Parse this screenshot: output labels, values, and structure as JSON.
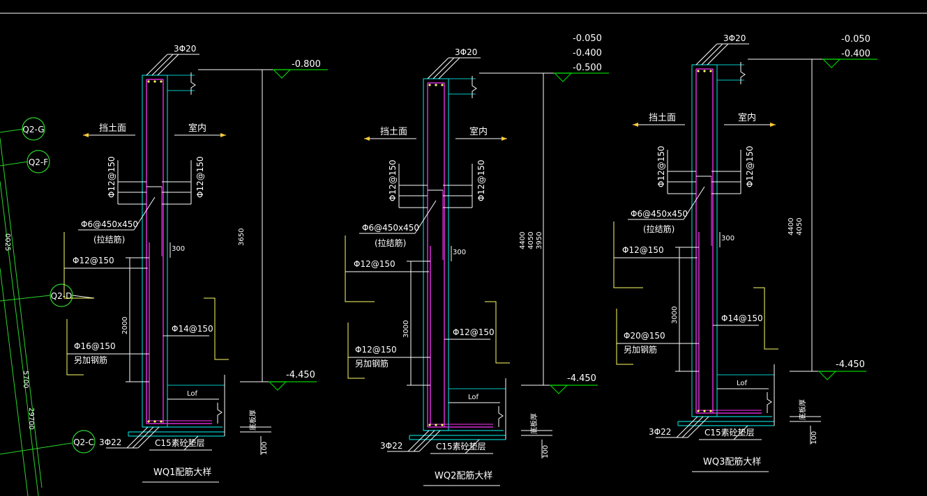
{
  "colors": {
    "background": "#000000",
    "wall": "#00c8c8",
    "rebar": "#ff33ff",
    "leader": "#ffffff",
    "dimension_mark": "#ffff66",
    "elevation": "#00d000",
    "axis": "#2bd62b",
    "arrow": "#ffcc33"
  },
  "axes": [
    {
      "label": "Q2-G"
    },
    {
      "label": "Q2-F"
    },
    {
      "label": "Q2-D"
    },
    {
      "label": "Q2-C"
    }
  ],
  "axis_dims": [
    "0025",
    "5700",
    "29700"
  ],
  "details": [
    {
      "title": "WQ1配筋大样",
      "elevations_top": [
        "-0.800"
      ],
      "elevation_bottom": "-4.450",
      "top_bars": "3Φ20",
      "bottom_bars": "3Φ22",
      "soil_side": "挡土面",
      "indoor_side": "室内",
      "vertical_left": "Φ12@150",
      "vertical_right": "Φ12@150",
      "tie": "Φ6@450x450",
      "tie_note": "(拉结筋)",
      "horiz_outer": "Φ12@150",
      "horiz_inner": "Φ14@150",
      "extra": "Φ16@150",
      "extra_note": "另加钢筋",
      "dim_300": "300",
      "dim_extra": "2000",
      "dims_total": [
        "3650"
      ],
      "lof": "Lof",
      "slab": "底板厚",
      "cushion": "C15素砼垫层",
      "dim_100": "100"
    },
    {
      "title": "WQ2配筋大样",
      "elevations_top": [
        "-0.050",
        "-0.400",
        "-0.500"
      ],
      "elevation_bottom": "-4.450",
      "top_bars": "3Φ20",
      "bottom_bars": "3Φ22",
      "soil_side": "挡土面",
      "indoor_side": "室内",
      "vertical_left": "Φ12@150",
      "vertical_right": "Φ12@150",
      "tie": "Φ6@450x450",
      "tie_note": "(拉结筋)",
      "horiz_outer": "Φ12@150",
      "horiz_inner": "Φ12@150",
      "extra": "Φ12@150",
      "extra_note": "另加钢筋",
      "dim_300": "300",
      "dim_extra": "3000",
      "dims_total": [
        "4400",
        "4050",
        "3950"
      ],
      "lof": "Lof",
      "slab": "底板厚",
      "cushion": "C15素砼垫层",
      "dim_100": "100"
    },
    {
      "title": "WQ3配筋大样",
      "elevations_top": [
        "-0.050",
        "-0.400"
      ],
      "elevation_bottom": "-4.450",
      "top_bars": "3Φ20",
      "bottom_bars": "3Φ22",
      "soil_side": "挡土面",
      "indoor_side": "室内",
      "vertical_left": "Φ12@150",
      "vertical_right": "Φ12@150",
      "tie": "Φ6@450x450",
      "tie_note": "(拉结筋)",
      "horiz_outer": "Φ12@150",
      "horiz_inner": "Φ14@150",
      "extra": "Φ20@150",
      "extra_note": "另加钢筋",
      "dim_300": "300",
      "dim_extra": "3000",
      "dims_total": [
        "4400",
        "4050"
      ],
      "lof": "Lof",
      "slab": "底板厚",
      "cushion": "C15素砼垫层",
      "dim_100": "100"
    }
  ]
}
